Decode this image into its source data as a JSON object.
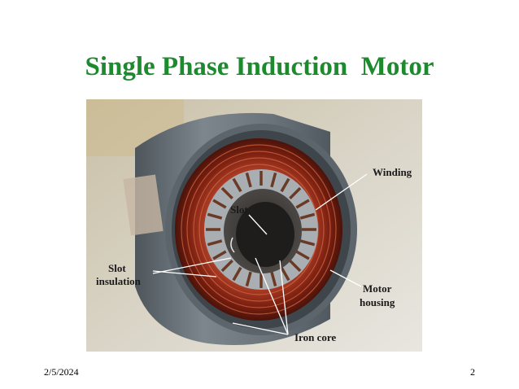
{
  "slide": {
    "title": "Single Phase Induction  Motor",
    "date": "2/5/2024",
    "page_number": "2"
  },
  "photo": {
    "labels": {
      "winding": "Winding",
      "slot": "Slot",
      "slot_insulation_line1": "Slot",
      "slot_insulation_line2": "insulation",
      "motor_housing_line1": "Motor",
      "motor_housing_line2": "housing",
      "iron_core": "Iron core"
    },
    "colors": {
      "title": "#1d8a2e",
      "housing": "#6f7880",
      "copper": "#8a2a16",
      "core": "#a9aeb2"
    }
  }
}
